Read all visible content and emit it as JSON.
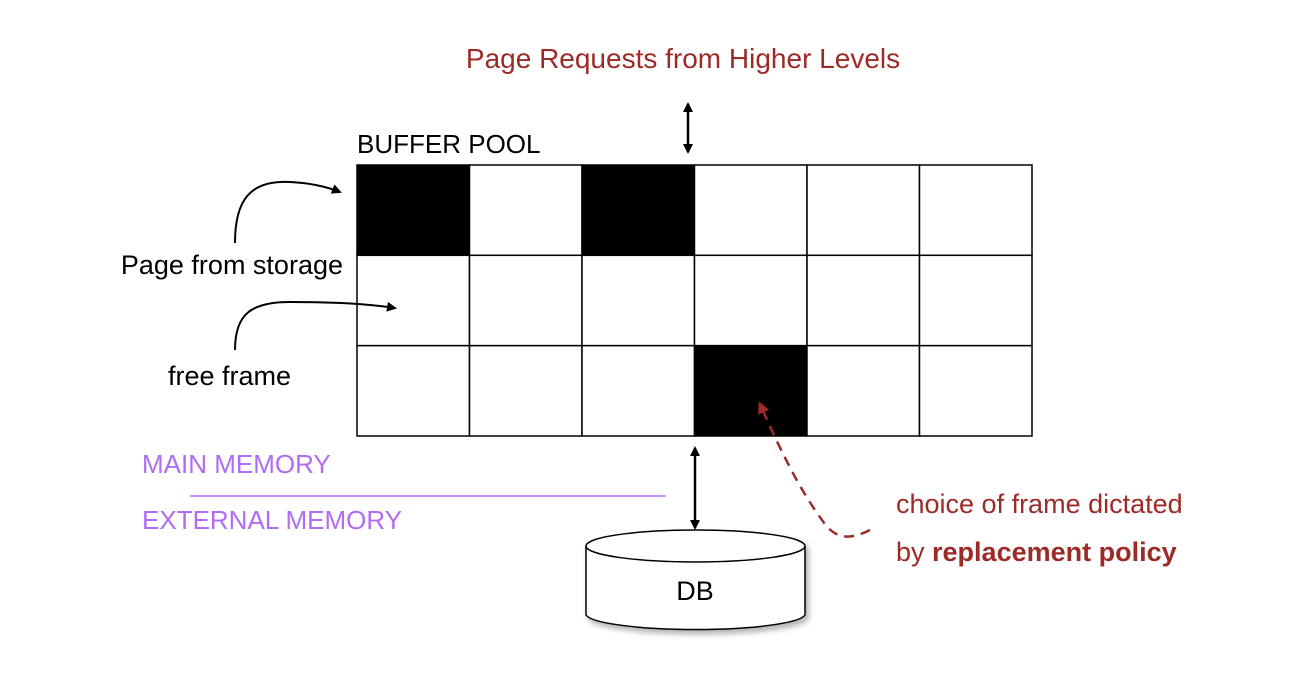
{
  "title": "Page Requests from Higher Levels",
  "buffer_pool": {
    "label": "BUFFER POOL",
    "rows": 3,
    "cols": 6,
    "occupied": [
      [
        0,
        0
      ],
      [
        0,
        2
      ],
      [
        2,
        3
      ]
    ]
  },
  "labels": {
    "page_from_storage": "Page from storage",
    "free_frame": "free frame",
    "main_memory": "MAIN MEMORY",
    "external_memory": "EXTERNAL MEMORY",
    "db": "DB",
    "policy_line1": "choice of frame dictated",
    "policy_prefix": "by ",
    "policy_bold": "replacement policy"
  },
  "colors": {
    "accent_red": "#9c2b27",
    "memory_purple": "#b06cf2",
    "frame_fill": "#000000"
  }
}
